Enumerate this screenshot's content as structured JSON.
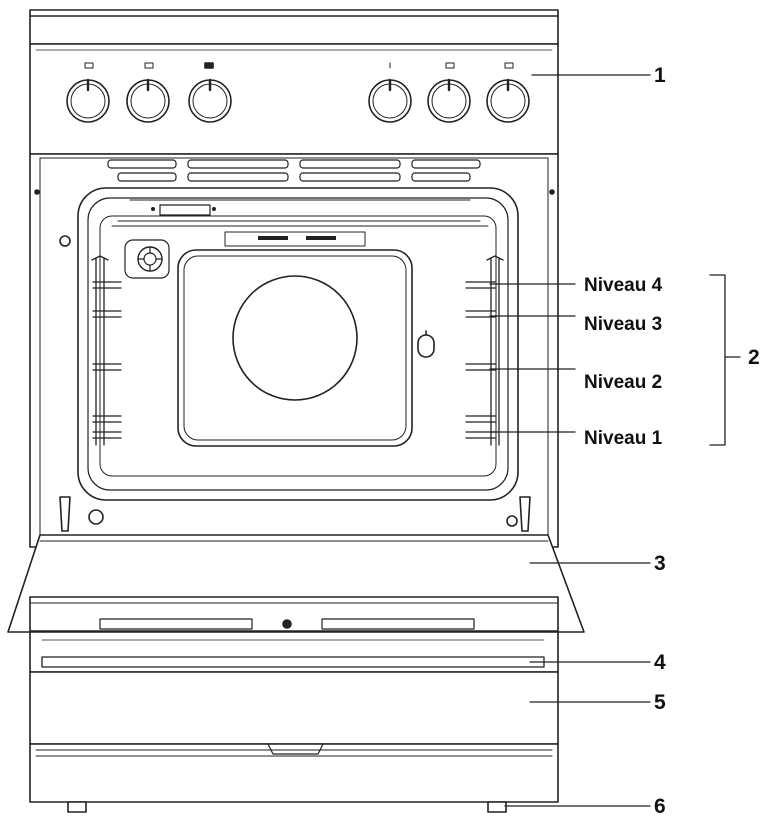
{
  "labels": {
    "control_panel": "1",
    "rack_levels": "2",
    "oven_door": "3",
    "drawer_handle": "4",
    "storage_drawer": "5",
    "feet": "6"
  },
  "levels": [
    "Niveau 4",
    "Niveau 3",
    "Niveau 2",
    "Niveau 1"
  ],
  "colors": {
    "line": "#222222",
    "fill": "#ffffff",
    "light": "#e6e6e6",
    "mid": "#bdbdbd"
  },
  "icons": {
    "knobs": "knob-icon",
    "fan": "fan-icon",
    "lamp": "lamp-icon"
  }
}
